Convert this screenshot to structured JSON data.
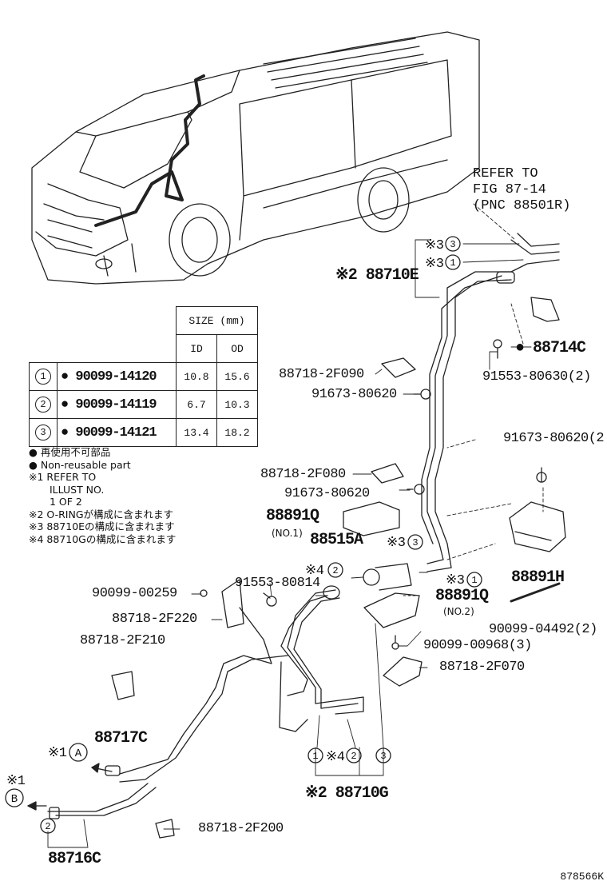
{
  "refer_to": [
    "REFER TO",
    "FIG 87-14",
    "(PNC 88501R)"
  ],
  "size_table": {
    "header_size": "SIZE (mm)",
    "col_id": "ID",
    "col_od": "OD",
    "rows": [
      {
        "key": "1",
        "part": "90099-14120",
        "id": "10.8",
        "od": "15.6"
      },
      {
        "key": "2",
        "part": "90099-14119",
        "id": "6.7",
        "od": "10.3"
      },
      {
        "key": "3",
        "part": "90099-14121",
        "id": "13.4",
        "od": "18.2"
      }
    ]
  },
  "notes": [
    "● 再使用不可部品",
    "● Non-reusable part",
    "※1 REFER TO",
    "ILLUST NO.",
    "1 OF 2",
    "※2 O-RINGが構成に含まれます",
    "※3 88710Eの構成に含まれます",
    "※4 88710Gの構成に含まれます"
  ],
  "labels": {
    "p88710E": "※2 88710E",
    "p88714C": "● 88714C",
    "p91553_80630": "91553-80630(2)",
    "p88718_2F090": "88718-2F090",
    "p91673_80620_a": "91673-80620",
    "p91673_80620_b": "91673-80620(2",
    "p88718_2F080": "88718-2F080",
    "p91673_80620_c": "91673-80620",
    "p88891Q_1": "88891Q",
    "no1": "(NO.1)",
    "p88515A": "88515A",
    "p88891H": "88891H",
    "p91553_80814": "91553-80814",
    "p90099_00259": "90099-00259",
    "p88891Q_2": "88891Q",
    "no2": "(NO.2)",
    "p88718_2F220": "88718-2F220",
    "p90099_04492": "90099-04492(2)",
    "p88718_2F210": "88718-2F210",
    "p90099_00968": "90099-00968(3)",
    "p88718_2F070": "88718-2F070",
    "p88717C": "88717C",
    "p88710G": "※2 88710G",
    "p88718_2F200": "88718-2F200",
    "p88716C": "88716C",
    "ref_a": "※1",
    "ref_b": "※1",
    "mark_a": "A",
    "mark_b": "B",
    "s3": "※3",
    "s4": "※4",
    "c1": "1",
    "c2": "2",
    "c3": "3"
  },
  "footer": "878566K"
}
